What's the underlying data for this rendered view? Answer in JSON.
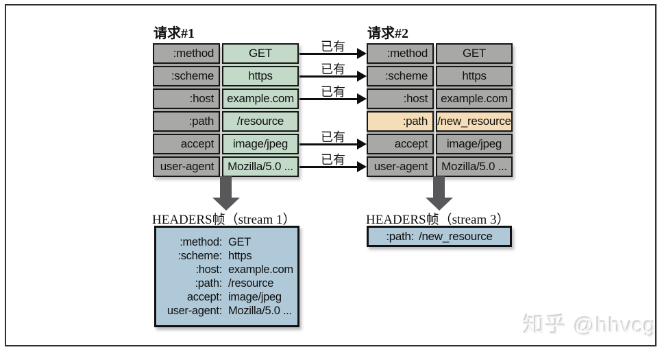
{
  "colors": {
    "key-bg": "#a8a8a6",
    "green-bg": "#c2dac7",
    "highlight-bg": "#f5ddb8",
    "blue-bg": "#b0c9d8",
    "dark-arrow": "#58585a"
  },
  "request1": {
    "title": "请求#1",
    "rows": [
      {
        "key": ":method",
        "value": "GET"
      },
      {
        "key": ":scheme",
        "value": "https"
      },
      {
        "key": ":host",
        "value": "example.com"
      },
      {
        "key": ":path",
        "value": "/resource"
      },
      {
        "key": "accept",
        "value": "image/jpeg"
      },
      {
        "key": "user-agent",
        "value": "Mozilla/5.0 ..."
      }
    ]
  },
  "request2": {
    "title": "请求#2",
    "rows": [
      {
        "key": ":method",
        "value": "GET"
      },
      {
        "key": ":scheme",
        "value": "https"
      },
      {
        "key": ":host",
        "value": "example.com"
      },
      {
        "key": ":path",
        "value": "/new_resource",
        "highlighted": true
      },
      {
        "key": "accept",
        "value": "image/jpeg"
      },
      {
        "key": "user-agent",
        "value": "Mozilla/5.0 ..."
      }
    ]
  },
  "transfer": {
    "label": "已有"
  },
  "frame1": {
    "title": "HEADERS帧（stream 1）",
    "entries": [
      {
        "key": ":method:",
        "value": "GET"
      },
      {
        "key": ":scheme:",
        "value": "https"
      },
      {
        "key": ":host:",
        "value": "example.com"
      },
      {
        "key": ":path:",
        "value": "/resource"
      },
      {
        "key": "accept:",
        "value": "image/jpeg"
      },
      {
        "key": "user-agent:",
        "value": "Mozilla/5.0 ..."
      }
    ]
  },
  "frame2": {
    "title": "HEADERS帧（stream 3）",
    "entries": [
      {
        "key": ":path:",
        "value": "/new_resource"
      }
    ]
  },
  "watermark": "知乎 @hhvcg"
}
